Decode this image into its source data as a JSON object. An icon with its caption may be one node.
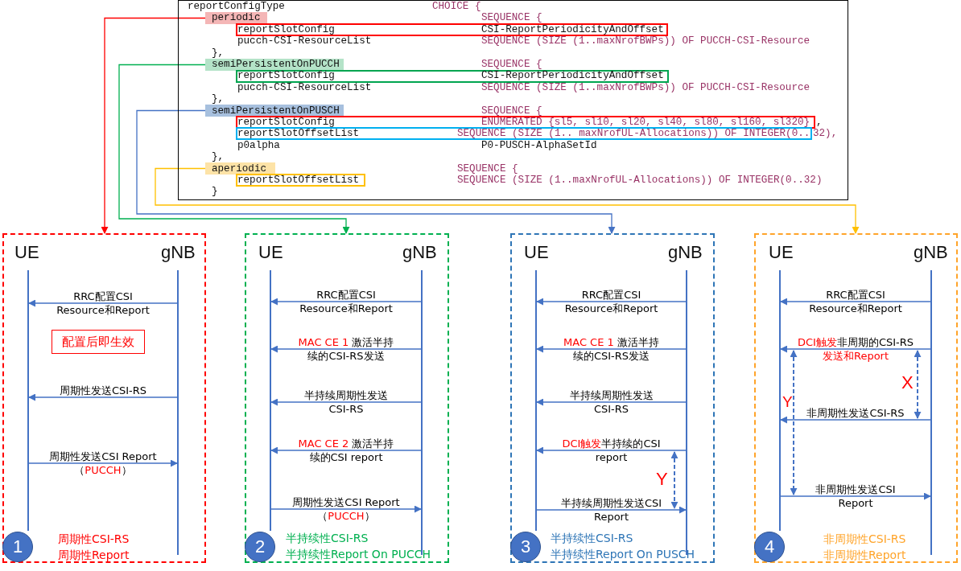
{
  "diagram": {
    "nodes": [
      {
        "text": [
          "reportConfigType",
          "CHOICE {",
          "SEQUENCE {",
          "pucch-CSI-ResourceList",
          "SEQUENCE (SIZE (1..maxNrofBWPs)) OF PUCCH-CSI-Resource",
          "},",
          "SEQUENCE {",
          "pucch-CSI-ResourceList",
          "SEQUENCE (SIZE (1..maxNrofBWPs)) OF PUCCH-CSI-Resource",
          "},",
          "SEQUENCE {",
          ",",
          "32),",
          "p0alpha",
          "P0-PUSCH-AlphaSetId",
          "},",
          "SEQUENCE {",
          "SEQUENCE (SIZE (1..maxNrofUL-Allocations)) OF INTEGER(0..32)",
          "}"
        ]
      },
      {
        "text": [
          "periodic"
        ],
        "in": 0
      },
      {
        "text": [
          "reportSlotConfig",
          "CSI-ReportPeriodicityAndOffset"
        ],
        "in": 0
      },
      {
        "text": [
          "semiPersistentOnPUCCH"
        ],
        "in": 0
      },
      {
        "text": [
          "reportSlotConfig",
          "CSI-ReportPeriodicityAndOffset"
        ],
        "in": 0
      },
      {
        "text": [
          "semiPersistentOnPUSCH"
        ],
        "in": 0
      },
      {
        "text": [
          "reportSlotConfig",
          "ENUMERATED {sl5, sl10, sl20, sl40, sl80, sl160, sl320}"
        ],
        "in": 0
      },
      {
        "text": [
          "reportSlotOffsetList",
          "SEQUENCE (SIZE (1.. maxNrofUL-Allocations)) OF INTEGER(0.."
        ],
        "in": 0
      },
      {
        "text": [
          "aperiodic"
        ],
        "in": 0
      },
      {
        "text": [
          "reportSlotOffsetList"
        ],
        "in": 0
      },
      {
        "text": [
          "周期性CSI-RS",
          "周期性Report"
        ]
      },
      {
        "text": [],
        "shape": "bar",
        "in": 10,
        "beside": [
          "UE"
        ]
      },
      {
        "text": [],
        "shape": "bar",
        "in": 10,
        "beside": [
          "gNB"
        ]
      },
      {
        "text": [
          "配置后即生效"
        ],
        "in": 10
      },
      {
        "text": [
          "1"
        ],
        "in": 10
      },
      {
        "text": [
          "半持续性CSI-RS",
          "半持续性Report On PUCCH"
        ]
      },
      {
        "text": [],
        "shape": "bar",
        "in": 15,
        "beside": [
          "UE"
        ]
      },
      {
        "text": [],
        "shape": "bar",
        "in": 15,
        "beside": [
          "gNB"
        ]
      },
      {
        "text": [
          "2"
        ],
        "in": 15
      },
      {
        "text": [
          "半持续性CSI-RS",
          "半持续性Report On PUSCH"
        ]
      },
      {
        "text": [],
        "shape": "bar",
        "in": 19,
        "beside": [
          "UE"
        ]
      },
      {
        "text": [],
        "shape": "bar",
        "in": 19,
        "beside": [
          "gNB"
        ]
      },
      {
        "text": [
          "3"
        ],
        "in": 19
      },
      {
        "text": [
          "非周期性CSI-RS",
          "非周期性Report"
        ]
      },
      {
        "text": [],
        "shape": "bar",
        "in": 23,
        "beside": [
          "UE"
        ]
      },
      {
        "text": [],
        "shape": "bar",
        "in": 23,
        "beside": [
          "gNB"
        ]
      },
      {
        "text": [
          "4"
        ],
        "in": 23
      }
    ],
    "edges": [
      {
        "from": 1,
        "to": 10,
        "arrow": "to",
        "color": "#ff0000"
      },
      {
        "from": 3,
        "to": 15,
        "arrow": "to",
        "color": "#00b050"
      },
      {
        "from": 5,
        "to": 19,
        "arrow": "to"
      },
      {
        "from": 8,
        "to": 23,
        "arrow": "to",
        "color": "#ffc000"
      },
      {
        "from": 12,
        "to": 11,
        "arrow": "to",
        "label": "RRC配置CSI Resource和Report"
      },
      {
        "from": 12,
        "to": 11,
        "arrow": "to",
        "label": "周期性发送CSI-RS"
      },
      {
        "from": 11,
        "to": 12,
        "arrow": "to",
        "label": "周期性发送CSI Report（**PUCCH**）"
      },
      {
        "from": 17,
        "to": 16,
        "arrow": "to",
        "label": "RRC配置CSI Resource和Report"
      },
      {
        "from": 17,
        "to": 16,
        "arrow": "to",
        "label": "**MAC CE 1** 激活半持续的CSI-RS发送"
      },
      {
        "from": 17,
        "to": 16,
        "arrow": "to",
        "label": "半持续周期性发送CSI-RS"
      },
      {
        "from": 17,
        "to": 16,
        "arrow": "to",
        "label": "**MAC CE 2** 激活半持续的CSI report"
      },
      {
        "from": 16,
        "to": 17,
        "arrow": "to",
        "label": "周期性发送CSI Report（**PUCCH**）"
      },
      {
        "from": 21,
        "to": 20,
        "arrow": "to",
        "label": "RRC配置CSI Resource和Report"
      },
      {
        "from": 21,
        "to": 20,
        "arrow": "to",
        "label": "**MAC CE 1** 激活半持续的CSI-RS发送"
      },
      {
        "from": 21,
        "to": 20,
        "arrow": "to",
        "label": "半持续周期性发送CSI-RS"
      },
      {
        "from": 21,
        "to": 20,
        "arrow": "to",
        "label": "**DCI触发**半持续的CSI report"
      },
      {
        "from": 20,
        "to": 21,
        "arrow": "to",
        "label": "半持续周期性发送CSI Report"
      },
      {
        "from": 25,
        "to": 24,
        "arrow": "to",
        "label": "RRC配置CSI Resource和Report"
      },
      {
        "from": 25,
        "to": 24,
        "arrow": "to",
        "label": "**DCI触发**非周期的CSI-RS**发送和Report**"
      },
      {
        "from": 25,
        "to": 24,
        "arrow": "to",
        "label": "非周期性发送CSI-RS"
      },
      {
        "from": 24,
        "to": 25,
        "arrow": "to",
        "label": "非周期性发送CSI Report"
      }
    ],
    "labels": [
      "Y",
      "X",
      "Y"
    ]
  }
}
